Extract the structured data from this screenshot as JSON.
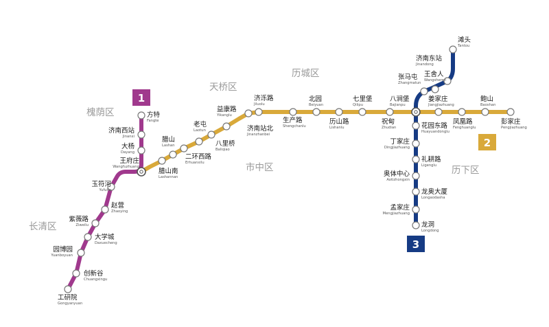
{
  "colors": {
    "line1": "#a0398d",
    "line2": "#d9a93a",
    "line3": "#163b84",
    "district": "#9a9a9a",
    "station_fill": "#ffffff"
  },
  "lines": [
    {
      "id": "1",
      "badge": "1"
    },
    {
      "id": "2",
      "badge": "2"
    },
    {
      "id": "3",
      "badge": "3"
    }
  ],
  "districts": [
    "槐荫区",
    "天桥区",
    "历城区",
    "市中区",
    "历下区",
    "长清区"
  ],
  "stations": [
    {
      "name": "方特",
      "pinyin": "Fangte"
    },
    {
      "name": "济南西站",
      "pinyin": "Jinanxi"
    },
    {
      "name": "大杨",
      "pinyin": "Dayang"
    },
    {
      "name": "王府庄",
      "pinyin": "Wangfuzhuang"
    },
    {
      "name": "玉符河",
      "pinyin": "Yufuhe"
    },
    {
      "name": "赵营",
      "pinyin": "Zhaoying"
    },
    {
      "name": "紫薇路",
      "pinyin": "Ziweilu"
    },
    {
      "name": "大学城",
      "pinyin": "Daxuecheng"
    },
    {
      "name": "园博园",
      "pinyin": "Yuanboyuan"
    },
    {
      "name": "创新谷",
      "pinyin": "Chuangxingu"
    },
    {
      "name": "工研院",
      "pinyin": "Gongyanyuan"
    },
    {
      "name": "腊山",
      "pinyin": "Lashan"
    },
    {
      "name": "腊山南",
      "pinyin": "Lashannan"
    },
    {
      "name": "老屯",
      "pinyin": "Laotun"
    },
    {
      "name": "二环西路",
      "pinyin": "Erhuanxilu"
    },
    {
      "name": "八里桥",
      "pinyin": "Baliqiao"
    },
    {
      "name": "益康路",
      "pinyin": "Yikanglu"
    },
    {
      "name": "济泺路",
      "pinyin": "Jiluolu"
    },
    {
      "name": "济南站北",
      "pinyin": "Jinanzhanbei"
    },
    {
      "name": "生产路",
      "pinyin": "Shengchanlu"
    },
    {
      "name": "北园",
      "pinyin": "Beiyuan"
    },
    {
      "name": "历山路",
      "pinyin": "Lishanlu"
    },
    {
      "name": "七里堡",
      "pinyin": "Qilipu"
    },
    {
      "name": "八涧堡",
      "pinyin": "Bajianpu"
    },
    {
      "name": "祝甸",
      "pinyin": "Zhudian"
    },
    {
      "name": "姜家庄",
      "pinyin": "Jiangjiazhuang"
    },
    {
      "name": "凤凰路",
      "pinyin": "Fenghuanglu"
    },
    {
      "name": "鲍山",
      "pinyin": "Baoshan"
    },
    {
      "name": "彭家庄",
      "pinyin": "Pengjiazhuang"
    },
    {
      "name": "滩头",
      "pinyin": "Tantou"
    },
    {
      "name": "济南东站",
      "pinyin": "Jinandong"
    },
    {
      "name": "王舍人",
      "pinyin": "Wangsheren"
    },
    {
      "name": "张马屯",
      "pinyin": "Zhangmatun"
    },
    {
      "name": "花园东路",
      "pinyin": "Huayuandonglu"
    },
    {
      "name": "丁家庄",
      "pinyin": "Dingjiazhuang"
    },
    {
      "name": "礼耕路",
      "pinyin": "Ligenglu"
    },
    {
      "name": "奥体中心",
      "pinyin": "Aotizhongxin"
    },
    {
      "name": "龙奥大厦",
      "pinyin": "Longaodasha"
    },
    {
      "name": "孟家庄",
      "pinyin": "Mengjiazhuang"
    },
    {
      "name": "龙洞",
      "pinyin": "Longdong"
    }
  ]
}
